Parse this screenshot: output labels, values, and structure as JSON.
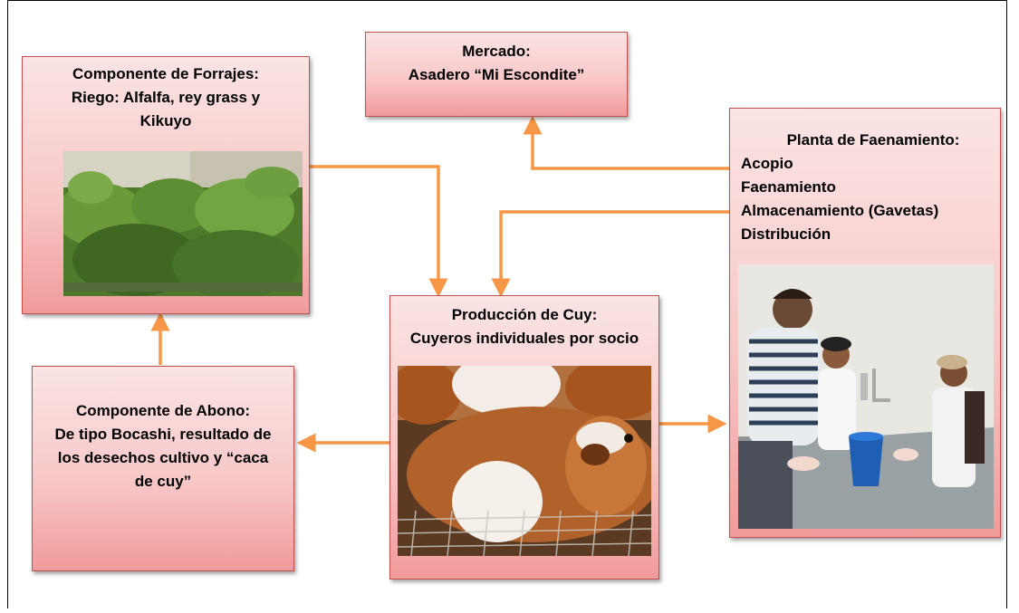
{
  "colors": {
    "arrow": "#f79646",
    "box_border": "#c0504d",
    "box_top": "#fbe4e4",
    "box_bottom": "#f19b9b"
  },
  "boxes": {
    "forrajes": {
      "lines": [
        "Componente de Forrajes:",
        "Riego: Alfalfa, rey grass y",
        "Kikuyo"
      ],
      "photo": "alfalfa-plants-photo"
    },
    "mercado": {
      "lines": [
        "Mercado:",
        "Asadero “Mi Escondite”"
      ]
    },
    "planta": {
      "title": "Planta de Faenamiento:",
      "items": [
        "Acopio",
        "Faenamiento",
        "Almacenamiento (Gavetas)",
        "Distribución"
      ],
      "photo": "workers-processing-cuy-photo"
    },
    "produccion": {
      "lines": [
        "Producción de Cuy:",
        "Cuyeros individuales por socio"
      ],
      "photo": "guinea-pigs-photo"
    },
    "abono": {
      "lines": [
        "Componente de Abono:",
        "De tipo Bocashi, resultado de",
        "los desechos cultivo y “caca",
        "de cuy”"
      ]
    }
  }
}
